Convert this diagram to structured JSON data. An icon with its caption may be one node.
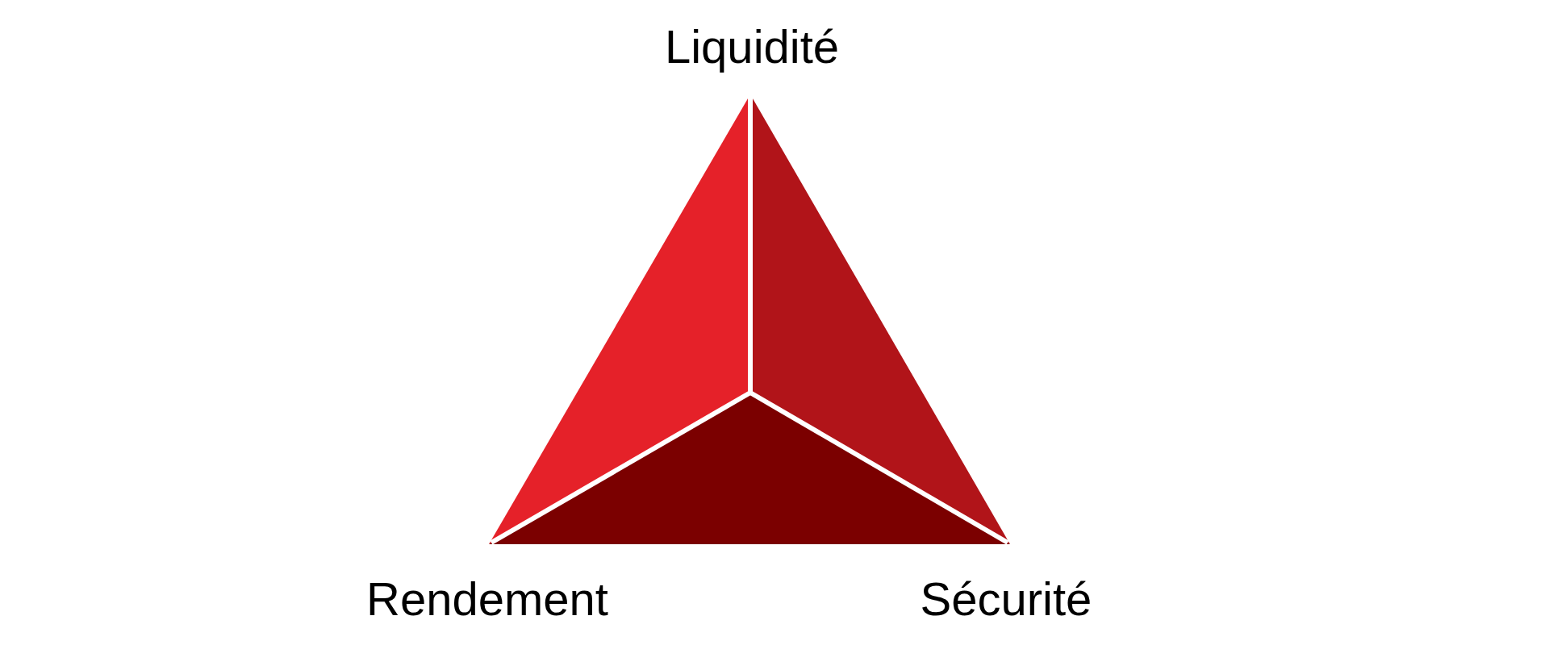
{
  "diagram": {
    "labels": [
      "Liquidité",
      "Rendement",
      "Sécurité"
    ]
  }
}
